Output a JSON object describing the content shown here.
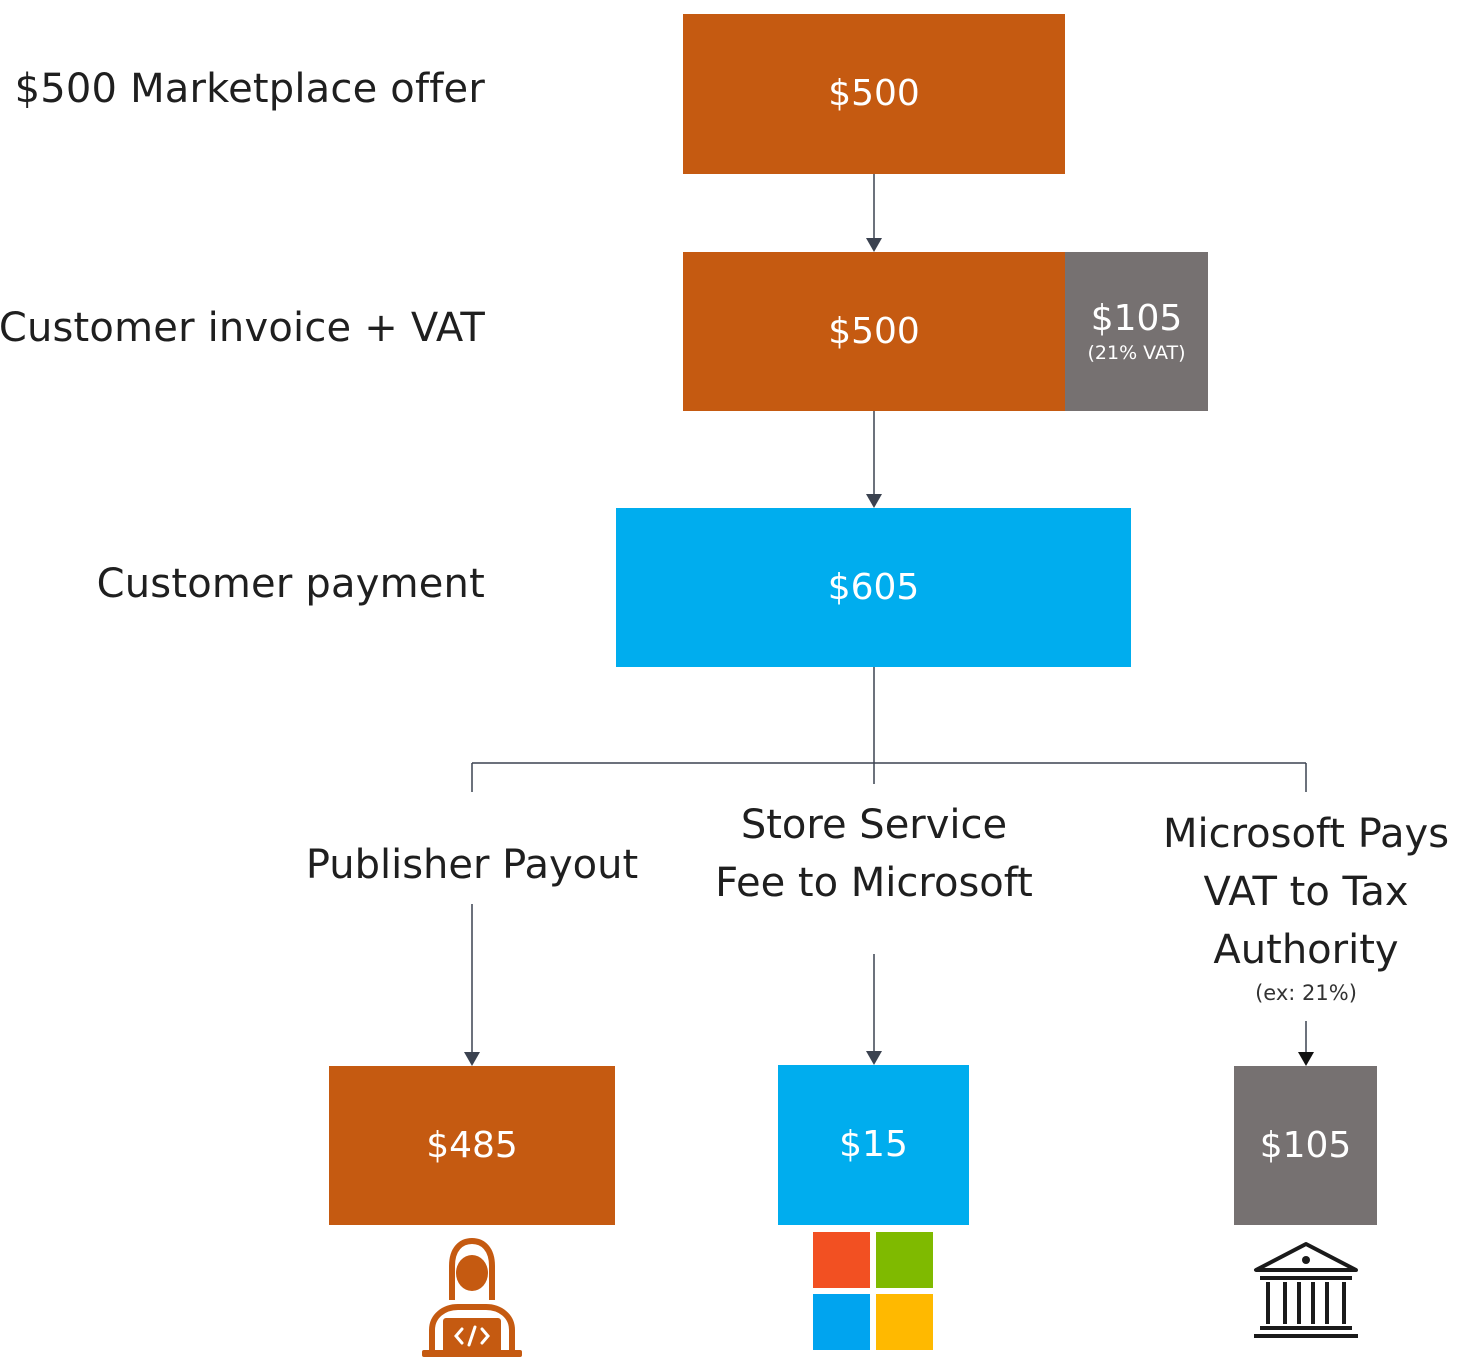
{
  "colors": {
    "orange": "#c55a11",
    "gray": "#767171",
    "blue": "#00adee",
    "line": "#3b4250",
    "ms_red": "#f25022",
    "ms_green": "#7fba00",
    "ms_blue": "#00a4ef",
    "ms_yellow": "#ffb900"
  },
  "rows": {
    "offer_label": "$500 Marketplace offer",
    "invoice_label": "Customer invoice + VAT",
    "payment_label": "Customer payment"
  },
  "boxes": {
    "offer_amount": "$500",
    "invoice_amount": "$500",
    "vat_amount": "$105",
    "vat_note": "(21% VAT)",
    "payment_amount": "$605",
    "publisher_amount": "$485",
    "fee_amount": "$15",
    "tax_amount": "$105"
  },
  "branches": {
    "publisher_label": "Publisher Payout",
    "fee_label_line1": "Store Service",
    "fee_label_line2": "Fee to Microsoft",
    "tax_label_line1": "Microsoft Pays",
    "tax_label_line2": "VAT to Tax",
    "tax_label_line3": "Authority",
    "tax_note": "(ex: 21%)"
  },
  "icons": {
    "publisher": "developer-laptop-icon",
    "microsoft": "microsoft-logo-icon",
    "tax_authority": "bank-building-icon"
  }
}
